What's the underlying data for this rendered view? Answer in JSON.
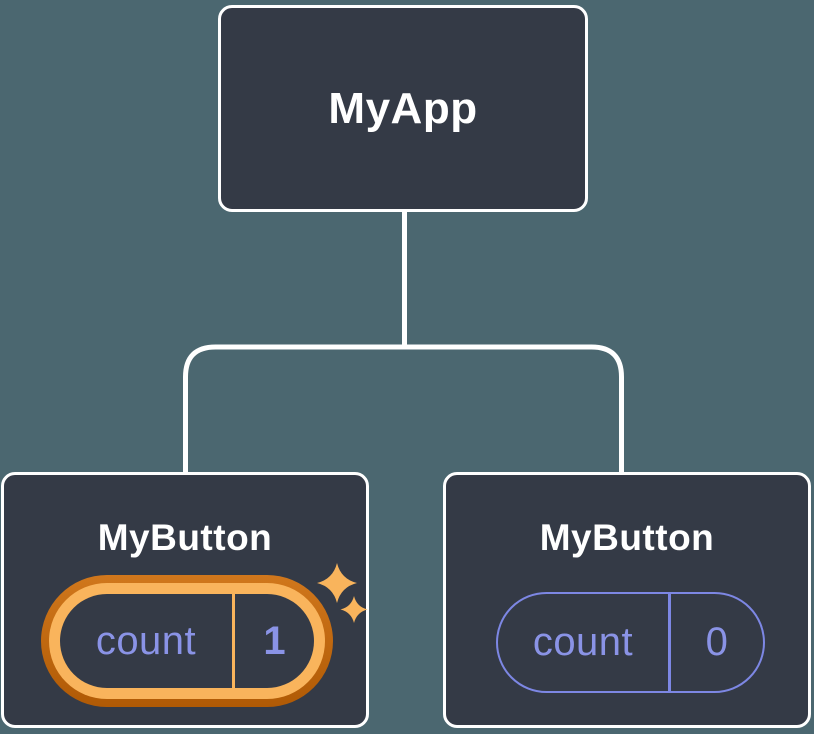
{
  "tree": {
    "root": {
      "label": "MyApp"
    },
    "children": [
      {
        "label": "MyButton",
        "state_key": "count",
        "state_value": "1",
        "highlighted": true
      },
      {
        "label": "MyButton",
        "state_key": "count",
        "state_value": "0",
        "highlighted": false
      }
    ]
  },
  "icons": {
    "sparkle": "sparkle-icon"
  },
  "colors": {
    "background": "#4b6770",
    "node_fill": "#343a46",
    "node_border": "#ffffff",
    "node_text": "#ffffff",
    "state_text": "#8a93e6",
    "state_outline": "#7d87e4",
    "highlight_gold": "#f9b45c",
    "highlight_orange_dark": "#b05a05",
    "connector": "#ffffff"
  }
}
